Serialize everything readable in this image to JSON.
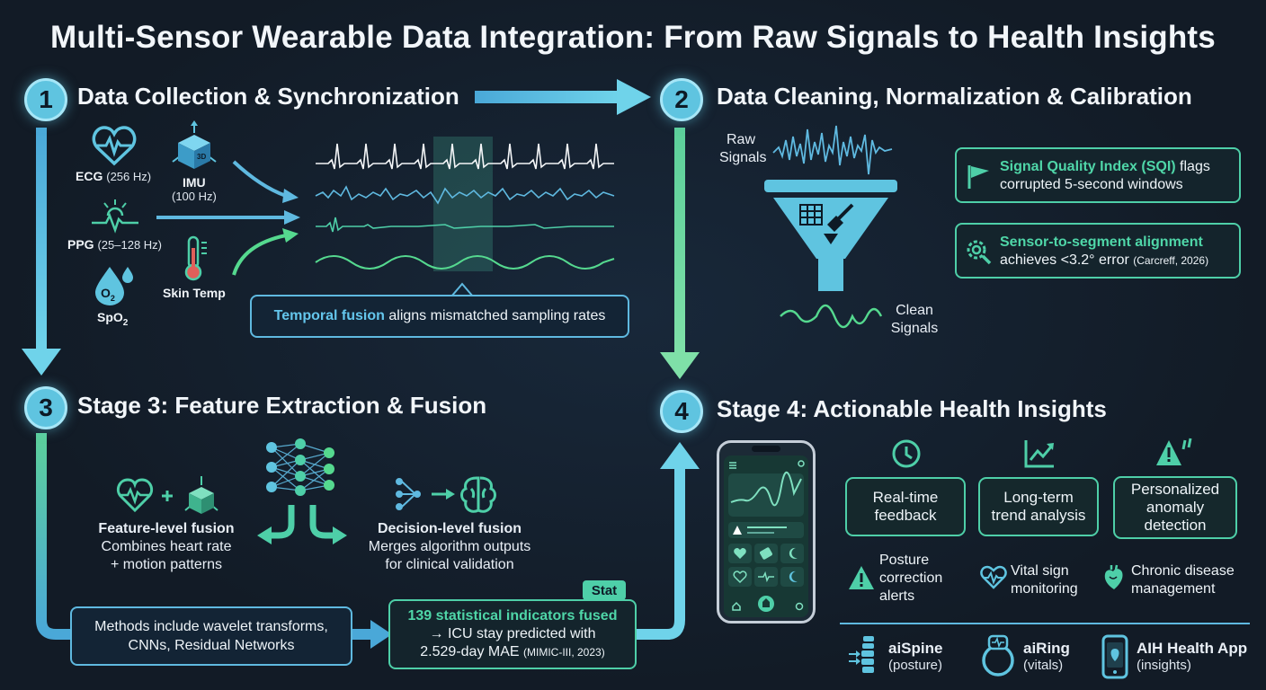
{
  "title": "Multi-Sensor Wearable Data Integration: From Raw Signals to Health Insights",
  "stages": [
    {
      "num": "1",
      "title": "Data Collection & Synchronization"
    },
    {
      "num": "2",
      "title": "Data Cleaning, Normalization & Calibration"
    },
    {
      "num": "3",
      "title": "Stage 3: Feature Extraction & Fusion"
    },
    {
      "num": "4",
      "title": "Stage 4: Actionable Health Insights"
    }
  ],
  "sensors": {
    "ecg_name": "ECG",
    "ecg_rate": "(256 Hz)",
    "imu_name": "IMU",
    "imu_rate": "(100 Hz)",
    "ppg_name": "PPG",
    "ppg_rate": "(25–128 Hz)",
    "skin_temp": "Skin Temp",
    "spo2_main": "SpO",
    "spo2_sub": "2",
    "o2_main": "O",
    "o2_sub": "2",
    "imu_cube_label": "3D"
  },
  "temporal_fusion": {
    "highlight": "Temporal fusion",
    "rest": "aligns mismatched sampling rates"
  },
  "cleaning": {
    "raw_line1": "Raw",
    "raw_line2": "Signals",
    "clean_line1": "Clean",
    "clean_line2": "Signals",
    "sqi_highlight": "Signal Quality Index (SQI)",
    "sqi_rest1": "flags",
    "sqi_rest2": "corrupted 5-second windows",
    "align_highlight": "Sensor-to-segment alignment",
    "align_rest": "achieves <3.2° error",
    "align_cite": "(Carcreff, 2026)"
  },
  "fusion": {
    "feature_title": "Feature-level fusion",
    "feature_line1": "Combines heart rate",
    "feature_line2": "+ motion patterns",
    "decision_title": "Decision-level fusion",
    "decision_line1": "Merges algorithm outputs",
    "decision_line2": "for clinical validation",
    "methods_line1": "Methods include wavelet transforms,",
    "methods_line2": "CNNs, Residual Networks",
    "stat_tag": "Stat",
    "stat_line1": "139 statistical indicators fused",
    "stat_line2": "→ ICU stay predicted with",
    "stat_line3": "2.529-day MAE",
    "stat_cite": "(MIMIC-III, 2023)"
  },
  "insights": {
    "cards": [
      {
        "line1": "Real-time",
        "line2": "feedback",
        "line3": ""
      },
      {
        "line1": "Long-term",
        "line2": "trend analysis",
        "line3": ""
      },
      {
        "line1": "Personalized",
        "line2": "anomaly",
        "line3": "detection"
      }
    ],
    "posture_l1": "Posture",
    "posture_l2": "correction",
    "posture_l3": "alerts",
    "vital_l1": "Vital sign",
    "vital_l2": "monitoring",
    "chronic_l1": "Chronic disease",
    "chronic_l2": "management",
    "products": [
      {
        "name": "aiSpine",
        "sub": "(posture)"
      },
      {
        "name": "aiRing",
        "sub": "(vitals)"
      },
      {
        "name": "AIH Health App",
        "sub": "(insights)"
      }
    ]
  },
  "colors": {
    "teal": "#4ecfa8",
    "cyan": "#5fc4e0",
    "background": "#121b26",
    "green_arrow": "#55d98f"
  }
}
